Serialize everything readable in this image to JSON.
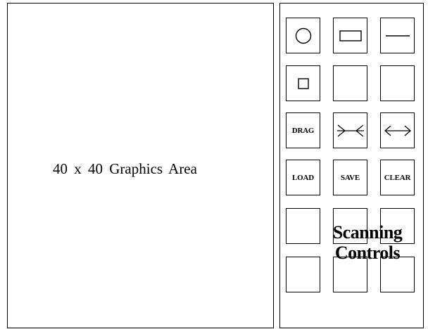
{
  "graphics_area": {
    "label": "40 x 40 Graphics Area"
  },
  "controls": {
    "overlay_label_line1": "Scanning",
    "overlay_label_line2": "Controls",
    "buttons": [
      {
        "name": "circle-tool-button",
        "icon": "circle-icon",
        "label": ""
      },
      {
        "name": "rectangle-tool-button",
        "icon": "rectangle-icon",
        "label": ""
      },
      {
        "name": "line-tool-button",
        "icon": "line-icon",
        "label": ""
      },
      {
        "name": "square-tool-button",
        "icon": "square-icon",
        "label": ""
      },
      {
        "name": "blank-button-1",
        "icon": "",
        "label": ""
      },
      {
        "name": "blank-button-2",
        "icon": "",
        "label": ""
      },
      {
        "name": "drag-button",
        "icon": "",
        "label": "DRAG"
      },
      {
        "name": "shrink-button",
        "icon": "shrink-arrows-icon",
        "label": ""
      },
      {
        "name": "stretch-button",
        "icon": "double-arrow-icon",
        "label": ""
      },
      {
        "name": "load-button",
        "icon": "",
        "label": "LOAD"
      },
      {
        "name": "save-button",
        "icon": "",
        "label": "SAVE"
      },
      {
        "name": "clear-button",
        "icon": "",
        "label": "CLEAR"
      },
      {
        "name": "scan-button-1",
        "icon": "",
        "label": ""
      },
      {
        "name": "scan-button-2",
        "icon": "",
        "label": ""
      },
      {
        "name": "scan-button-3",
        "icon": "",
        "label": ""
      },
      {
        "name": "scan-button-4",
        "icon": "",
        "label": ""
      },
      {
        "name": "scan-button-5",
        "icon": "",
        "label": ""
      },
      {
        "name": "scan-button-6",
        "icon": "",
        "label": ""
      }
    ]
  }
}
